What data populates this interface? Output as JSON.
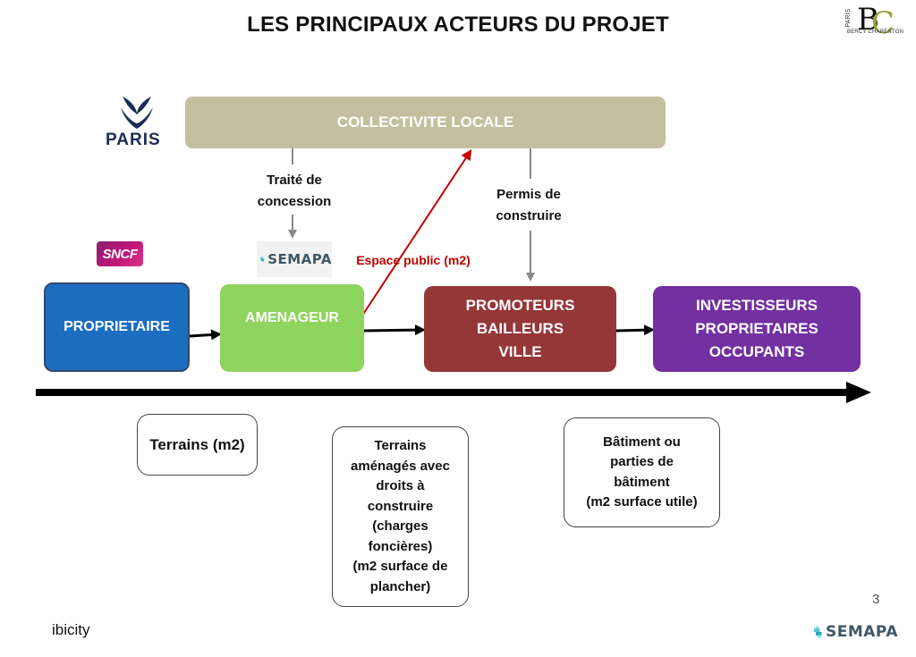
{
  "title": "LES PRINCIPAUX ACTEURS DU PROJET",
  "collectivite": "COLLECTIVITE LOCALE",
  "actors": {
    "proprietaire": "PROPRIETAIRE",
    "amenageur": "AMENAGEUR",
    "promoteurs": "PROMOTEURS\nBAILLEURS\nVILLE",
    "investisseurs": "INVESTISSEURS\nPROPRIETAIRES\nOCCUPANTS"
  },
  "links": {
    "traite": "Traité de\nconcession",
    "permis": "Permis de\nconstruire",
    "espace": "Espace public (m2)"
  },
  "notes": {
    "terrains": "Terrains (m2)",
    "terrains_amenages": "Terrains\naménagés avec\ndroits à\nconstruire\n(charges\nfoncières)\n(m2 surface de\nplancher)",
    "batiment": "Bâtiment ou\nparties de\nbâtiment\n(m2 surface utile)"
  },
  "logos": {
    "paris": "PARIS",
    "sncf": "SNCF",
    "semapa": "SEMAPA",
    "bc_paris": "PARIS",
    "bc_sub": "BERCY CHARENTON"
  },
  "page_number": "3",
  "footer": "ibicity",
  "colors": {
    "collectivite": "#c4bf9e",
    "proprietaire": "#1c6cc0",
    "amenageur": "#8fd45f",
    "promoteurs": "#953638",
    "investisseurs": "#7230a0",
    "espace_arrow": "#c00000",
    "semapa_teal": "#4fc7d0"
  }
}
